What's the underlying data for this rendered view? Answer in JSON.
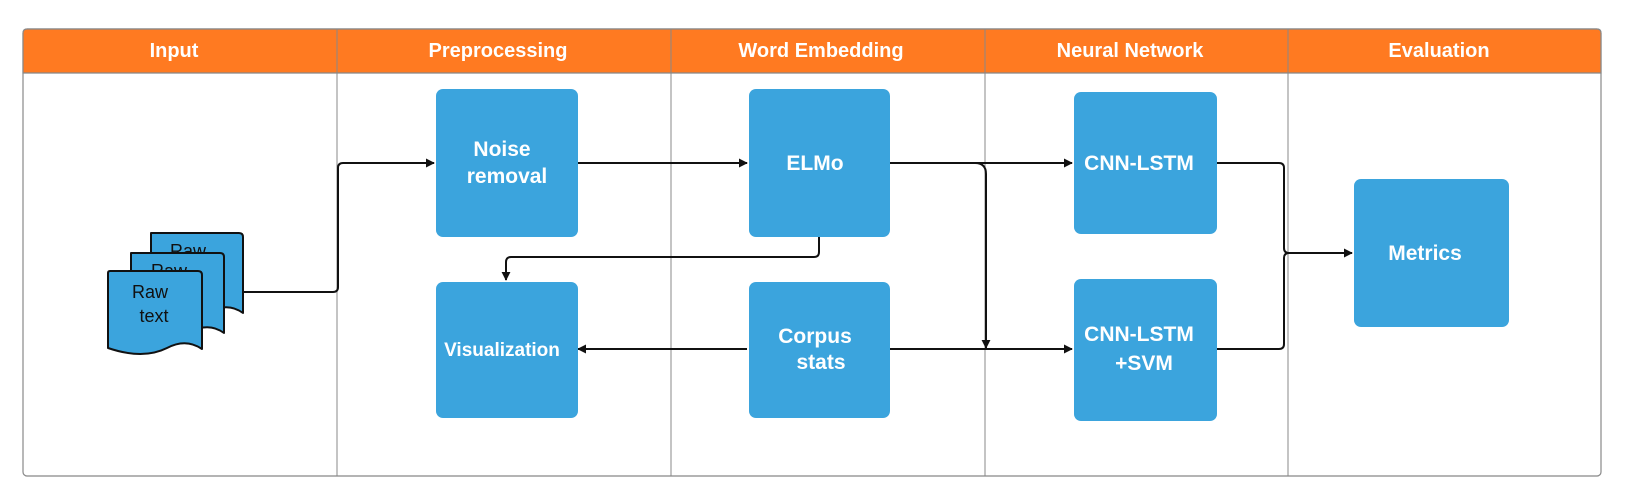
{
  "colors": {
    "header": "#FF7A21",
    "node_fill": "#3BA4DD",
    "doc_fill": "#3BA4DD",
    "line": "#111111",
    "border": "#888888"
  },
  "lanes": [
    {
      "title": "Input"
    },
    {
      "title": "Preprocessing"
    },
    {
      "title": "Word Embedding"
    },
    {
      "title": "Neural Network"
    },
    {
      "title": "Evaluation"
    }
  ],
  "nodes": {
    "raw_text": {
      "lines": [
        "Raw",
        "text"
      ],
      "back_lines": [
        "Raw",
        "Raw"
      ]
    },
    "noise_removal": {
      "lines": [
        "Noise",
        "removal"
      ]
    },
    "visualization": {
      "lines": [
        "Visualization"
      ]
    },
    "elmo": {
      "lines": [
        "ELMo"
      ]
    },
    "corpus_stats": {
      "lines": [
        "Corpus",
        "stats"
      ]
    },
    "cnn_lstm": {
      "lines": [
        "CNN-LSTM"
      ]
    },
    "cnn_lstm_svm": {
      "lines": [
        "CNN-LSTM",
        "+SVM"
      ]
    },
    "metrics": {
      "lines": [
        "Metrics"
      ]
    }
  },
  "edges": [
    {
      "from": "raw_text",
      "to": "noise_removal"
    },
    {
      "from": "noise_removal",
      "to": "elmo"
    },
    {
      "from": "elmo",
      "to": "visualization"
    },
    {
      "from": "elmo",
      "to": "cnn_lstm"
    },
    {
      "from": "elmo",
      "to": "cnn_lstm_svm"
    },
    {
      "from": "corpus_stats",
      "to": "visualization"
    },
    {
      "from": "corpus_stats",
      "to": "cnn_lstm_svm"
    },
    {
      "from": "cnn_lstm",
      "to": "metrics"
    },
    {
      "from": "cnn_lstm_svm",
      "to": "metrics"
    }
  ]
}
